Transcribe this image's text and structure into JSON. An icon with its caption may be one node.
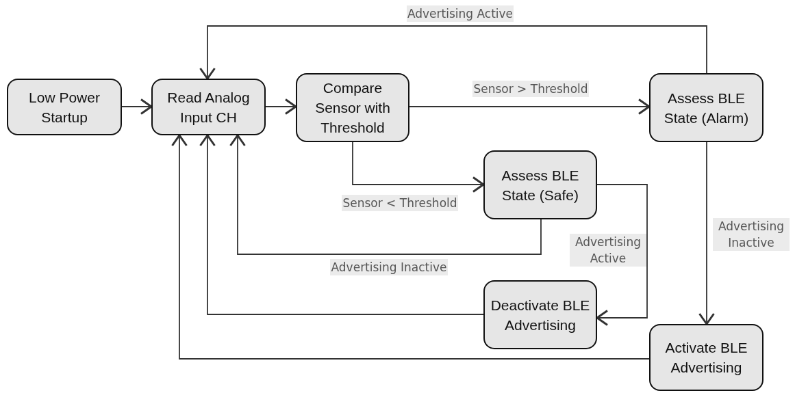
{
  "diagram": {
    "nodes": [
      {
        "text": [
          "Low Power Startup"
        ]
      },
      {
        "text": [
          "Read Analog Input CH"
        ]
      },
      {
        "text": [
          "Compare Sensor with Threshold"
        ]
      },
      {
        "text": [
          "Assess BLE State (Alarm)"
        ]
      },
      {
        "text": [
          "Assess BLE State (Safe)"
        ]
      },
      {
        "text": [
          "Deactivate BLE Advertising"
        ]
      },
      {
        "text": [
          "Activate BLE Advertising"
        ]
      }
    ],
    "edges": [
      {
        "from": 0,
        "to": 1,
        "arrow": "to"
      },
      {
        "from": 1,
        "to": 2,
        "arrow": "to"
      },
      {
        "from": 2,
        "to": 3,
        "arrow": "to",
        "label": "Sensor > Threshold"
      },
      {
        "from": 3,
        "to": 1,
        "arrow": "to",
        "label": "Advertising Active"
      },
      {
        "from": 2,
        "to": 4,
        "arrow": "to",
        "label": "Sensor < Threshold"
      },
      {
        "from": 4,
        "to": 1,
        "arrow": "to",
        "label": "Advertising Inactive"
      },
      {
        "from": 4,
        "to": 5,
        "arrow": "to",
        "label": "Advertising Active"
      },
      {
        "from": 3,
        "to": 6,
        "arrow": "to",
        "label": "Advertising Inactive"
      },
      {
        "from": 5,
        "to": 1,
        "arrow": "to"
      },
      {
        "from": 6,
        "to": 1,
        "arrow": "to"
      }
    ]
  }
}
